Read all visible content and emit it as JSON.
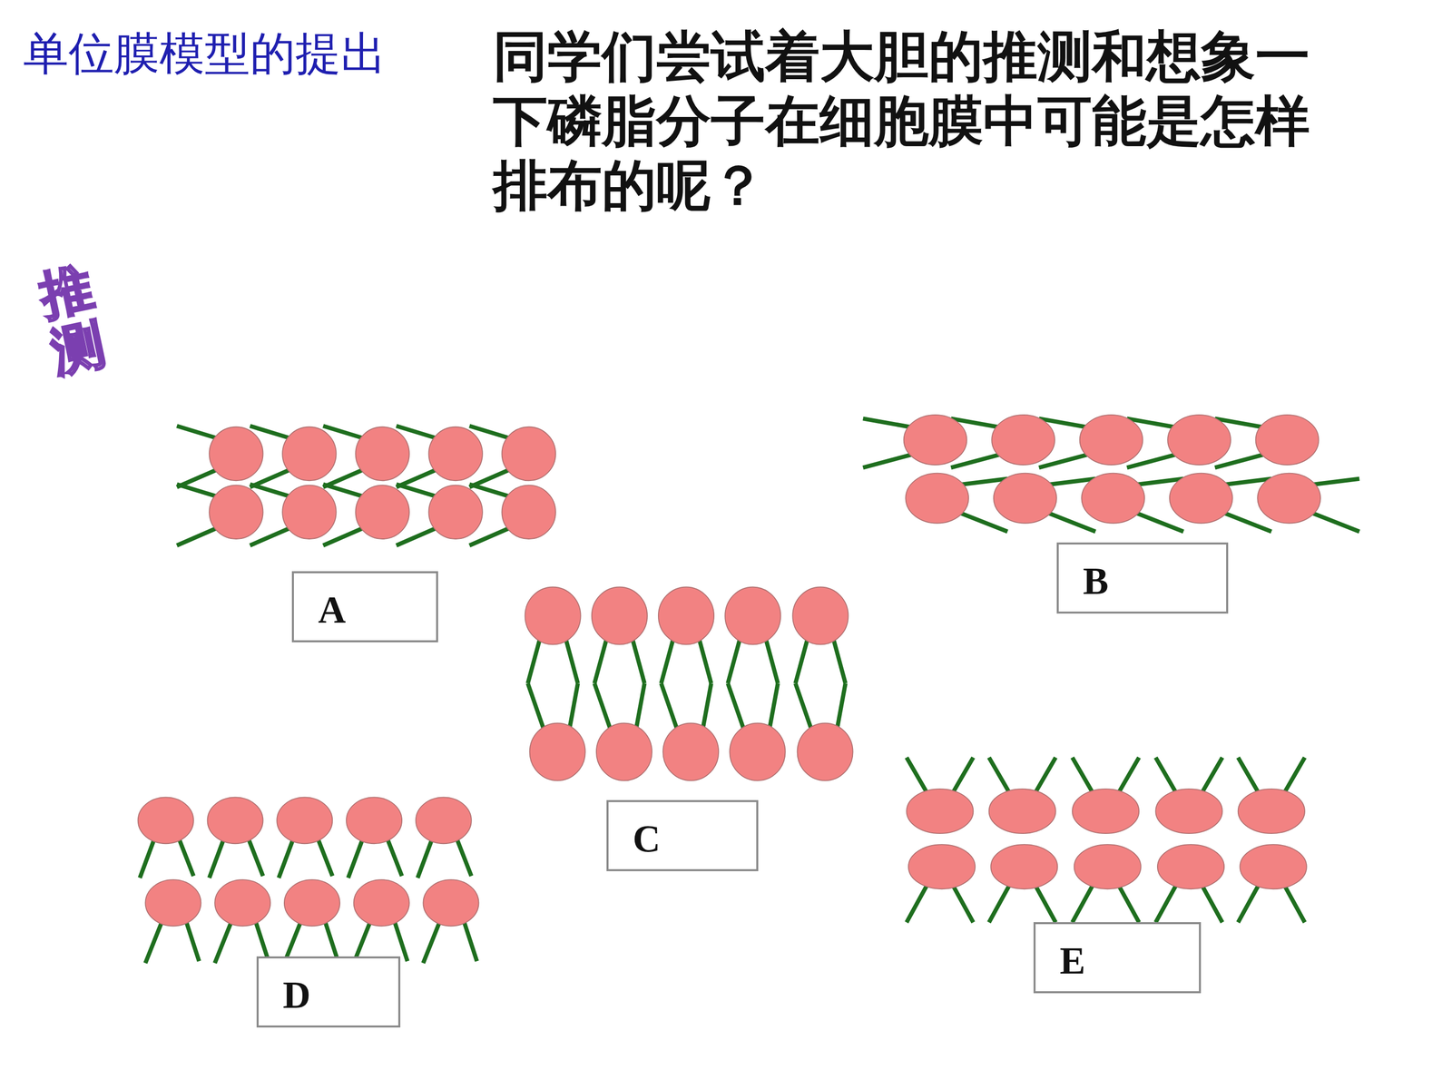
{
  "diagram": {
    "title": "单位膜模型的提出",
    "nodes": [
      {
        "text": [
          "A"
        ]
      },
      {
        "text": [
          "B"
        ]
      },
      {
        "text": [
          "C"
        ]
      },
      {
        "text": [
          "D"
        ]
      },
      {
        "text": [
          "E"
        ]
      }
    ],
    "labels": [
      "同学们尝试着大胆的推测和想象一下磷脂分子在细胞膜中可能是怎样排布的呢？",
      "推测"
    ]
  }
}
